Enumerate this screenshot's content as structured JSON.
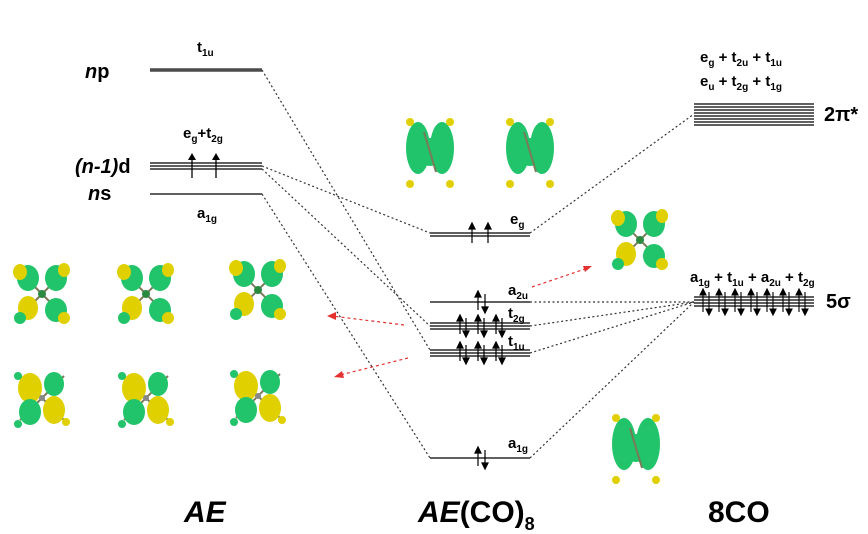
{
  "columns": {
    "ae": "AE",
    "complex_italic": "AE",
    "complex_rest": "(CO)",
    "complex_sub": "8",
    "co": "8CO"
  },
  "left_levels": {
    "np": {
      "prefix": "n",
      "suffix": "p"
    },
    "nd": {
      "prefix": "(n-1)",
      "suffix": "d"
    },
    "ns": {
      "prefix": "n",
      "suffix": "s"
    }
  },
  "left_labels": {
    "t1u_main": "t",
    "t1u_sub": "1u",
    "eg_main": "e",
    "eg_sub": "g",
    "plus": "+t",
    "t2g_sub": "2g",
    "a1g_main": "a",
    "a1g_sub": "1g"
  },
  "mid_labels": {
    "eg_main": "e",
    "eg_sub": "g",
    "a2u_main": "a",
    "a2u_sub": "2u",
    "t2g_main": "t",
    "t2g_sub": "2g",
    "t1u_main": "t",
    "t1u_sub": "1u",
    "a1g_main": "a",
    "a1g_sub": "1g"
  },
  "right_labels": {
    "pi_line1": [
      "e",
      "g",
      " + t",
      "2u",
      " + t",
      "1u"
    ],
    "pi_line2": [
      "e",
      "u",
      " + t",
      "2g",
      " + t",
      "1g"
    ],
    "pi_star": "2π*",
    "sigma_line": [
      "a",
      "1g",
      " + t",
      "1u",
      " + a",
      "2u",
      " + t",
      "2g"
    ],
    "sigma": "5σ"
  }
}
